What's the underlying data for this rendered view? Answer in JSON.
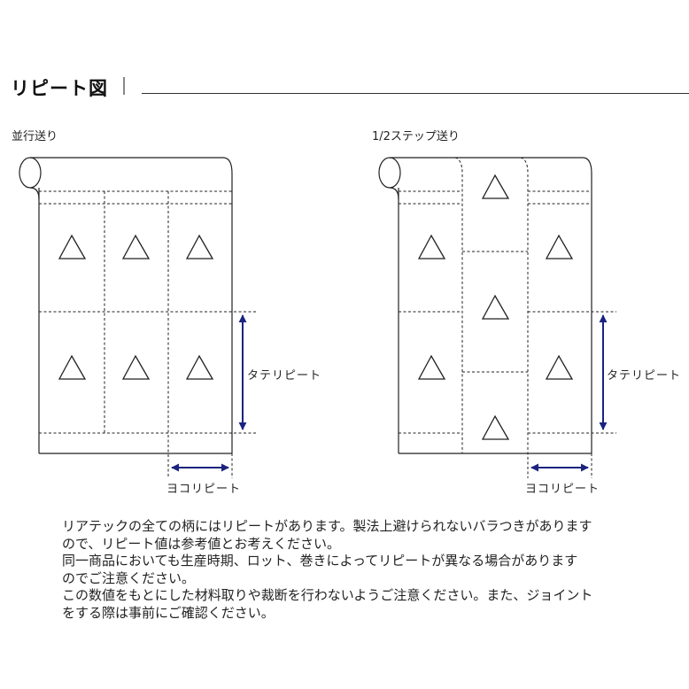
{
  "title": "リピート図",
  "diagram_left": {
    "caption": "並行送り",
    "vertical_label": "タテリピート",
    "horizontal_label": "ヨコリピート"
  },
  "diagram_right": {
    "caption": "1/2ステップ送り",
    "vertical_label": "タテリピート",
    "horizontal_label": "ヨコリピート"
  },
  "notes": [
    "リアテックの全ての柄にはリピートがあります。製法上避けられないバラつきがあります",
    "ので、リピート値は参考値とお考えください。",
    "同一商品においても生産時期、ロット、巻きによってリピートが異なる場合があります",
    "のでご注意ください。",
    "この数値をもとにした材料取りや裁断を行わないようご注意ください。また、ジョイント",
    "をする際は事前にご確認ください。"
  ],
  "colors": {
    "arrow": "#1a237e",
    "line": "#222222"
  }
}
